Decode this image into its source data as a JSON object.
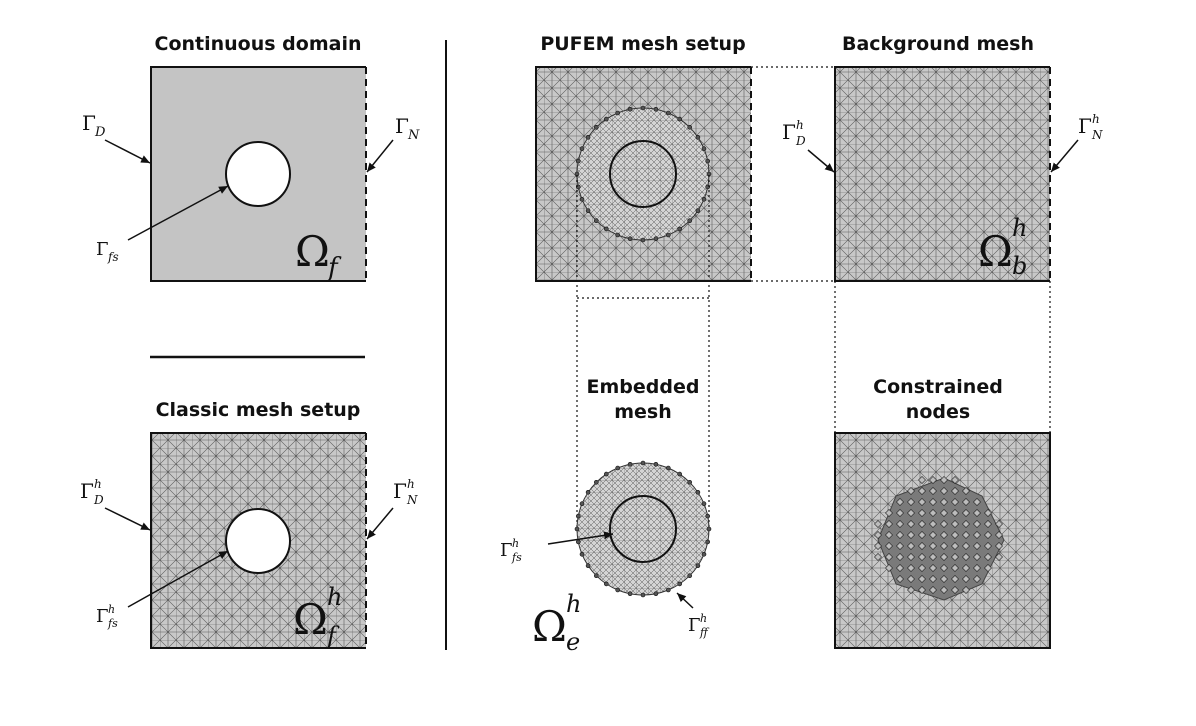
{
  "panels": {
    "continuous": {
      "title": "Continuous domain"
    },
    "classic": {
      "title": "Classic mesh setup"
    },
    "pufem": {
      "title": "PUFEM mesh setup"
    },
    "background": {
      "title": "Background mesh"
    },
    "embedded": {
      "title_line1": "Embedded",
      "title_line2": "mesh"
    },
    "constrained": {
      "title_line1": "Constrained",
      "title_line2": "nodes"
    }
  },
  "symbols": {
    "gamma": "Γ",
    "omega": "Ω",
    "sub_D": "D",
    "sub_N": "N",
    "sub_fs": "fs",
    "sub_ff": "ff",
    "sub_f": "f",
    "sub_b": "b",
    "sub_e": "e",
    "sup_h": "h"
  },
  "colors": {
    "domain_fill": "#c4c4c4",
    "mesh_fill": "#c8c8c8",
    "mesh_line": "#555555",
    "constrained_fill": "#777777",
    "outline": "#111111"
  }
}
